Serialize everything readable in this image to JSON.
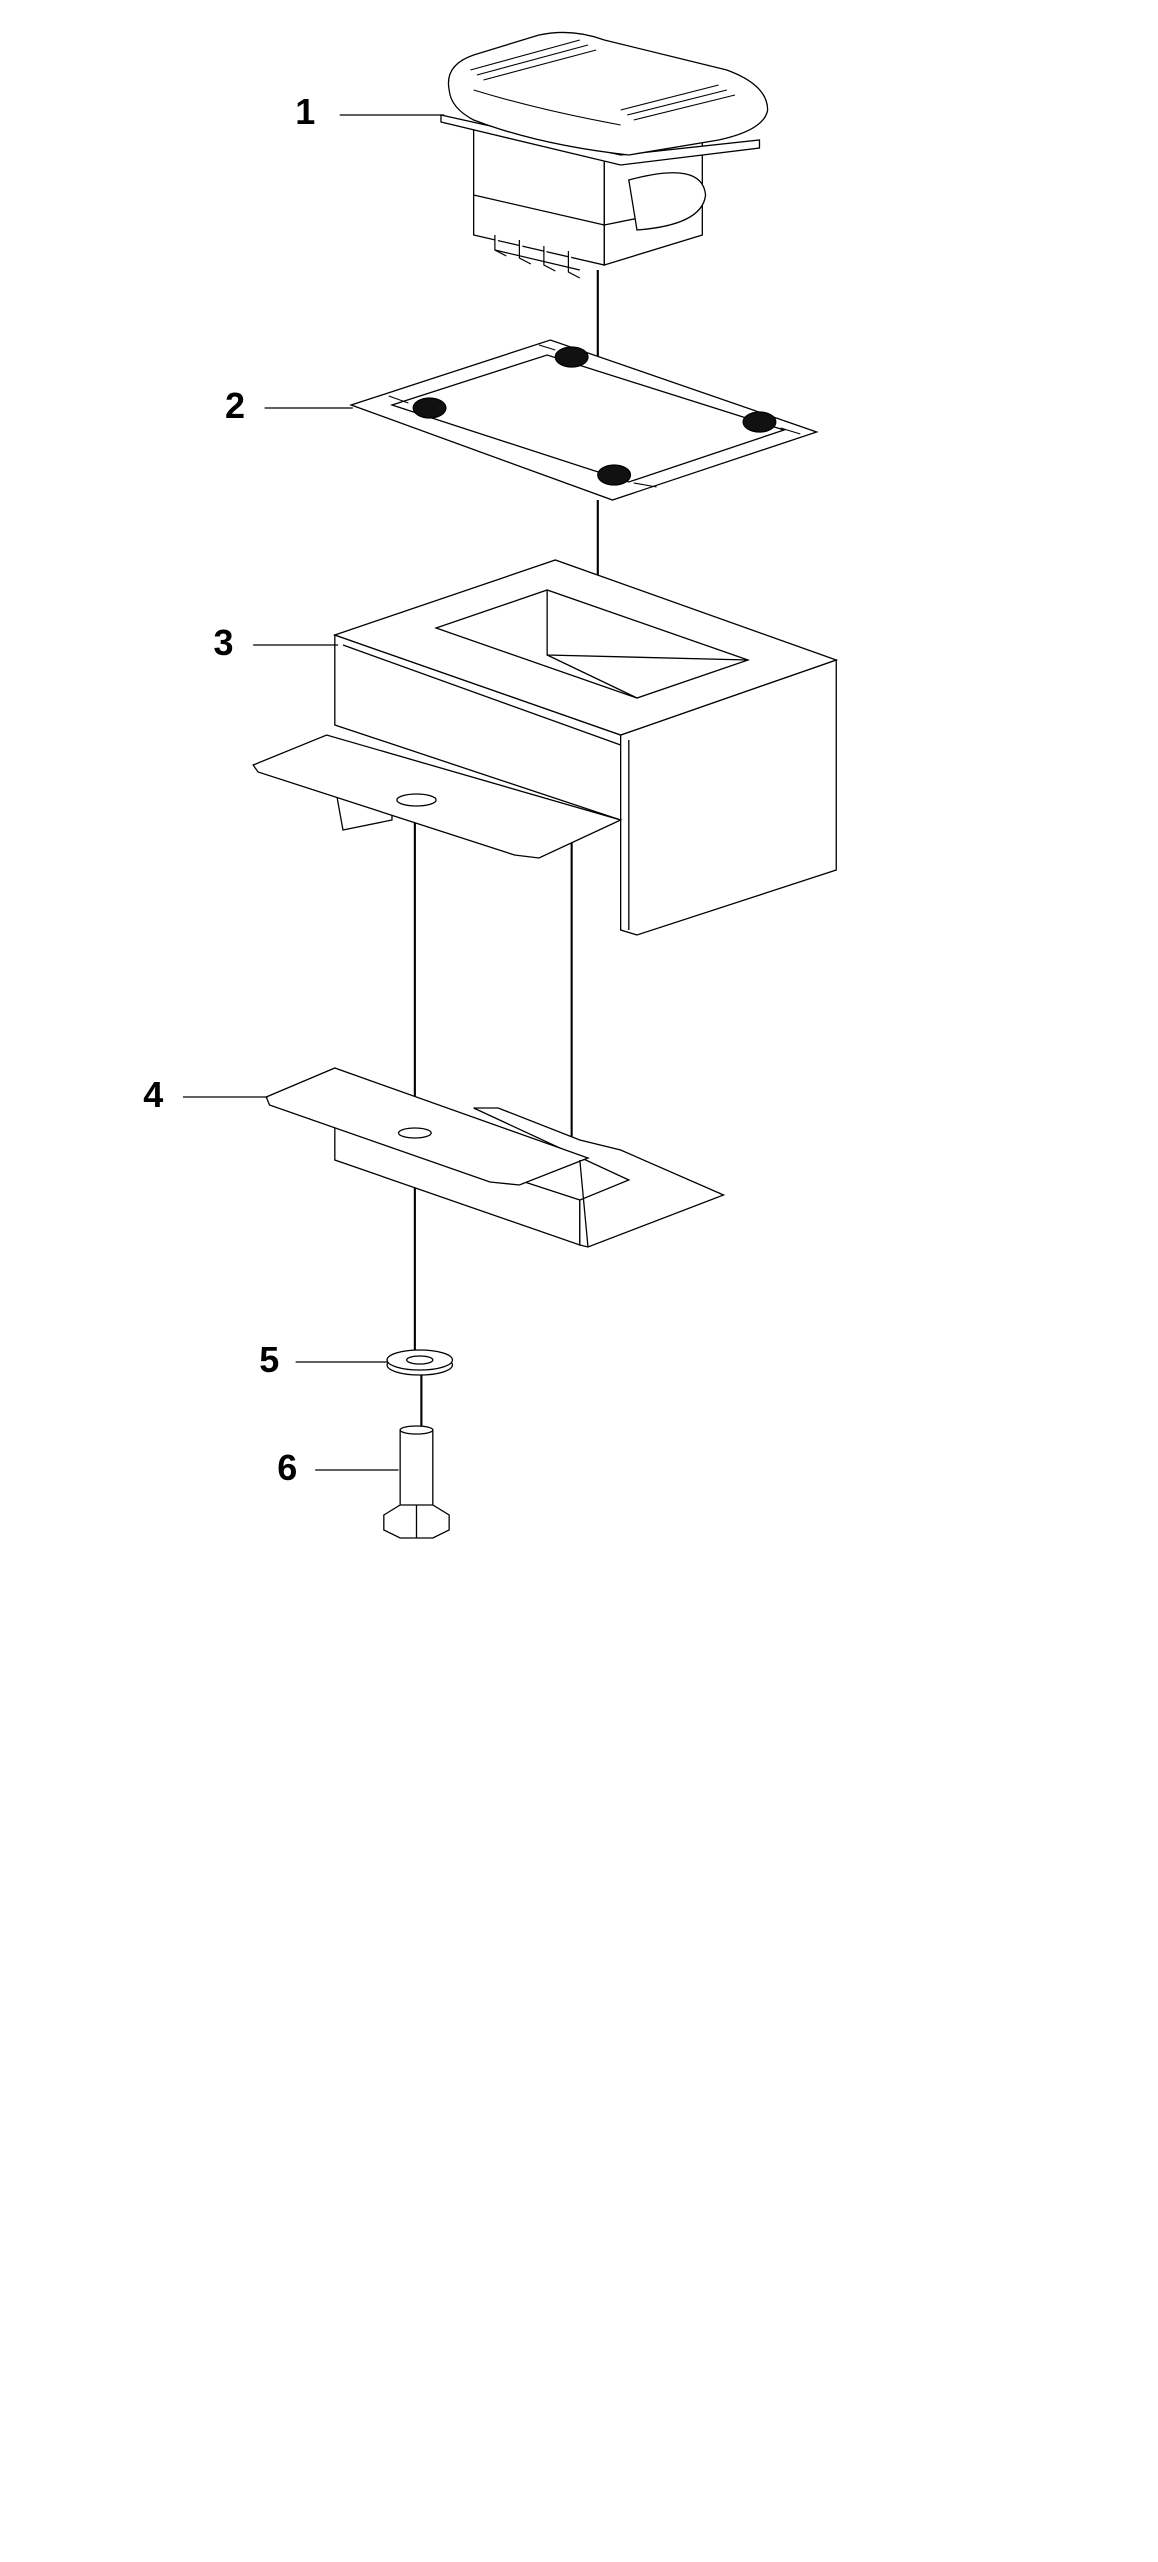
{
  "callouts": [
    {
      "number": "1",
      "part": "rocker-switch"
    },
    {
      "number": "2",
      "part": "gasket"
    },
    {
      "number": "3",
      "part": "switch-housing-bracket"
    },
    {
      "number": "4",
      "part": "mounting-bracket"
    },
    {
      "number": "5",
      "part": "washer"
    },
    {
      "number": "6",
      "part": "screw"
    }
  ],
  "colors": {
    "line": "#000000",
    "fill": "#ffffff",
    "gasket_dot": "#111111"
  }
}
